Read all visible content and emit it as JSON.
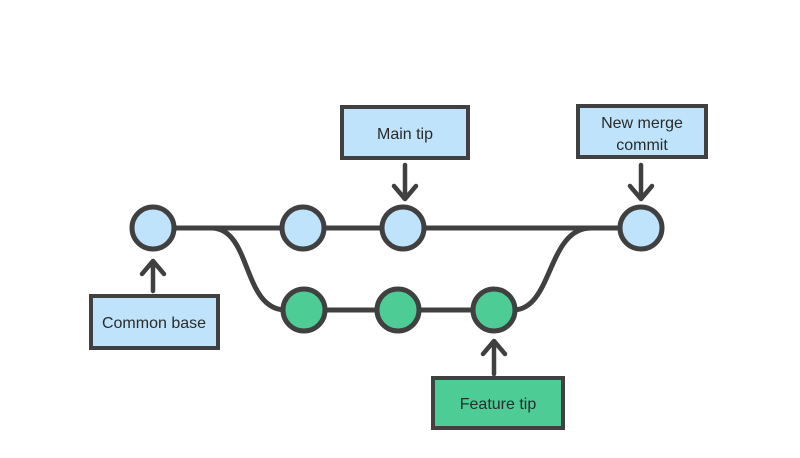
{
  "diagram": {
    "labels": {
      "main_tip": {
        "text": "Main tip"
      },
      "new_merge_commit": {
        "lines": [
          "New merge",
          "commit"
        ]
      },
      "common_base": {
        "text": "Common base"
      },
      "feature_tip": {
        "text": "Feature tip"
      }
    },
    "branches": {
      "main_commit_count": "4",
      "feature_commit_count": "3"
    },
    "icons": {
      "main_tip_pointer": "arrow-down-icon",
      "new_merge_pointer": "arrow-down-icon",
      "common_base_pointer": "arrow-up-icon",
      "feature_tip_pointer": "arrow-up-icon"
    },
    "colors": {
      "background": "#FFFFFF",
      "main_commit_fill": "#BEE3FB",
      "feature_commit_fill": "#4DCC96",
      "blue_label_fill": "#BEE3FB",
      "green_label_fill": "#4DCC96",
      "line": "#404040",
      "border": "#404040",
      "text": "#2B2B2B"
    }
  }
}
